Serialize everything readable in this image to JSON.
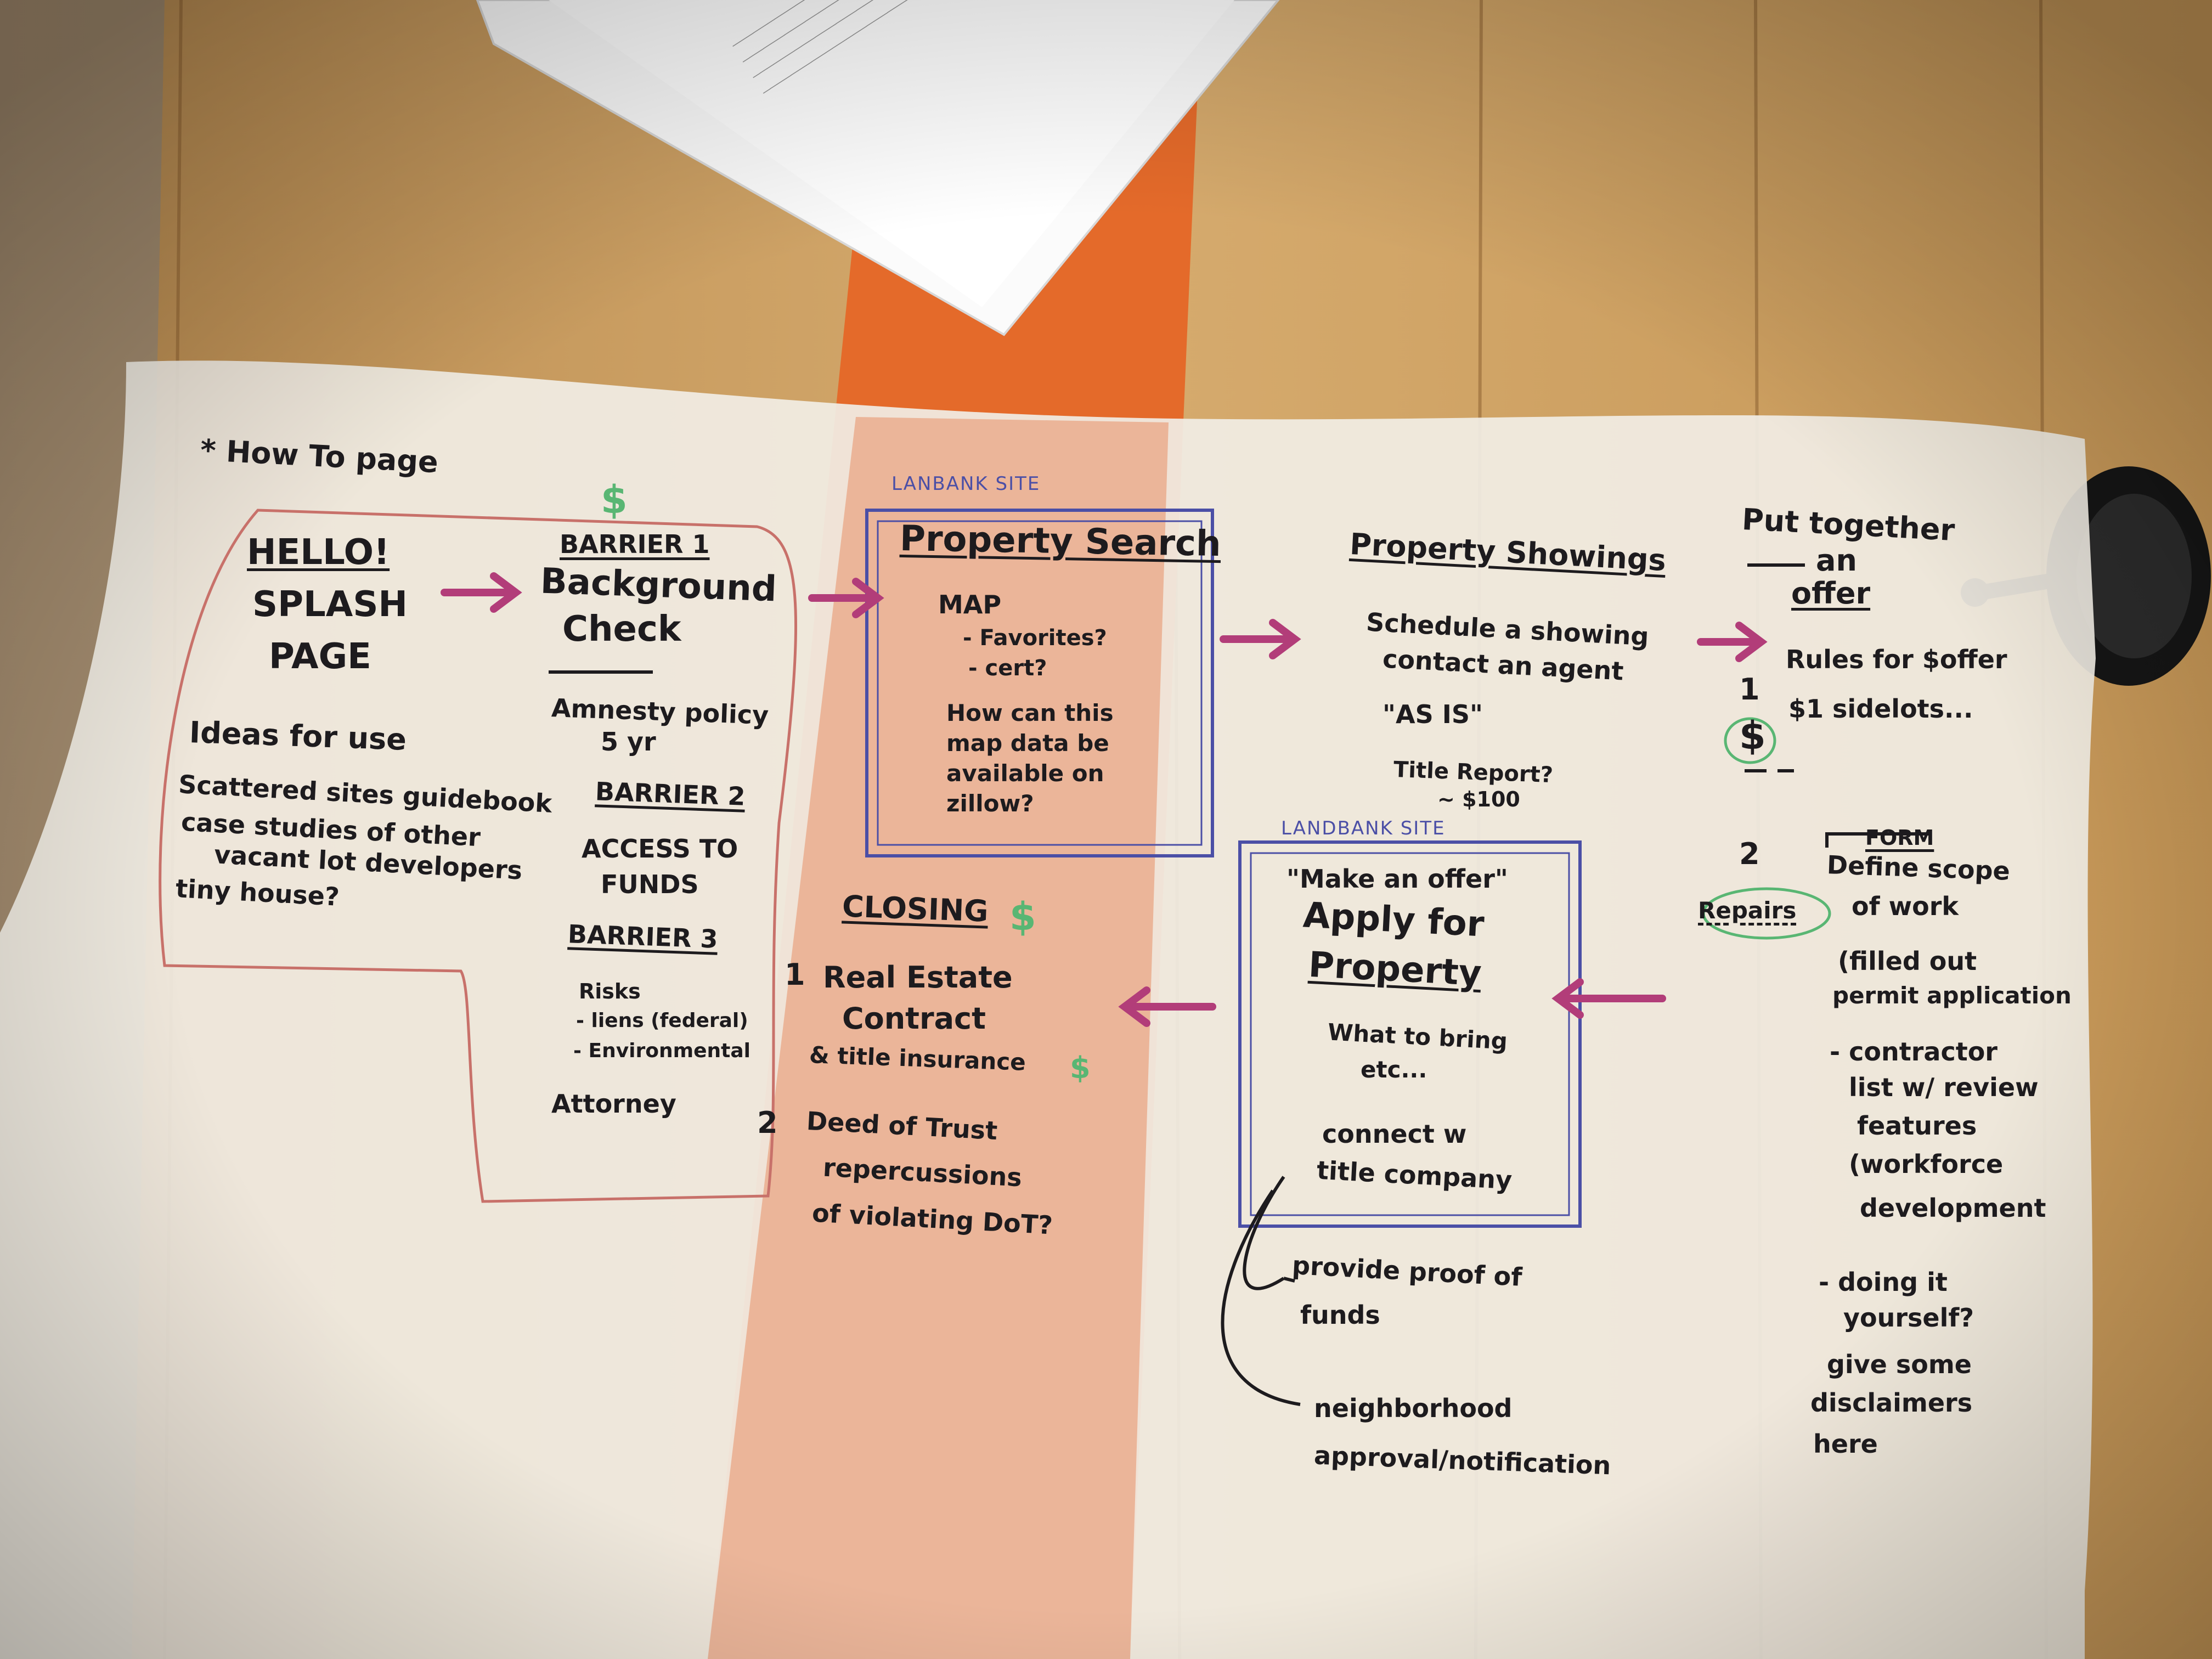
{
  "title": "* How To page",
  "colors": {
    "table_wood": "#c99a5c",
    "orange_runner": "#e46a2a",
    "tracing_paper": "#f1ede4",
    "marker_black": "#1d1b1e",
    "marker_purple": "#b23d79",
    "pen_blue": "#4b4fa6",
    "pencil_red": "#c8716a",
    "dollar_green": "#59b673"
  },
  "nodes": {
    "hello": {
      "title": "HELLO!",
      "subtitle_lines": [
        "SPLASH",
        "PAGE"
      ],
      "ideas_heading": "Ideas for use",
      "ideas": [
        "Scattered sites guidebook",
        "case studies of other",
        "vacant lot developers",
        "tiny house?"
      ]
    },
    "barriers": {
      "barrier1_label": "BARRIER 1",
      "barrier1_title_lines": [
        "Background",
        "Check"
      ],
      "barrier1_items": [
        "Amnesty policy",
        "5 yr"
      ],
      "barrier2_label": "BARRIER 2",
      "barrier2_items": [
        "ACCESS TO",
        "FUNDS"
      ],
      "barrier3_label": "BARRIER 3",
      "barrier3_items": [
        "Risks",
        "- liens (federal)",
        "- Environmental"
      ],
      "attorney": "Attorney",
      "dollar": "$"
    },
    "property_search": {
      "site_label": "LANBANK SITE",
      "title": "Property Search",
      "items": [
        "MAP",
        "- Favorites?",
        "- cert?",
        "How can this",
        "map data be",
        "available on",
        "zillow?"
      ]
    },
    "property_showings": {
      "title": "Property Showings",
      "items": [
        "Schedule a showing",
        "contact an agent",
        "\"AS IS\"",
        "Title Report?",
        "~ $100"
      ]
    },
    "offer": {
      "title_lines": [
        "Put together",
        "an",
        "offer"
      ],
      "items": [
        "Rules for $offer",
        "$1 sidelots..."
      ],
      "step1": "1",
      "step1_dollar": "$",
      "step2": "2",
      "repairs": "Repairs",
      "form_label": "FORM",
      "repair_items": [
        "Define scope",
        "of work",
        "(filled out",
        "permit application",
        "- contractor",
        "list w/ review",
        "features",
        "(workforce",
        "development",
        "- doing it",
        "yourself?",
        "give some",
        "disclaimers",
        "here"
      ]
    },
    "apply": {
      "site_label": "LANDBANK SITE",
      "title_lines": [
        "\"Make an offer\"",
        "Apply for",
        "Property"
      ],
      "items": [
        "What to bring",
        "etc...",
        "connect w",
        "title company"
      ],
      "branches": [
        "provide proof of",
        "funds",
        "neighborhood",
        "approval/notification"
      ]
    },
    "closing": {
      "title": "CLOSING",
      "dollar": "$",
      "step1": "1",
      "step1_lines": [
        "Real Estate",
        "Contract",
        "& title insurance"
      ],
      "step2": "2",
      "step2_lines": [
        "Deed of Trust",
        "repercussions",
        "of violating DoT?"
      ]
    }
  },
  "edges": [
    {
      "from": "hello",
      "to": "barriers"
    },
    {
      "from": "barriers",
      "to": "property_search"
    },
    {
      "from": "property_search",
      "to": "property_showings"
    },
    {
      "from": "property_showings",
      "to": "offer"
    },
    {
      "from": "offer",
      "to": "apply"
    },
    {
      "from": "apply",
      "to": "closing"
    }
  ]
}
